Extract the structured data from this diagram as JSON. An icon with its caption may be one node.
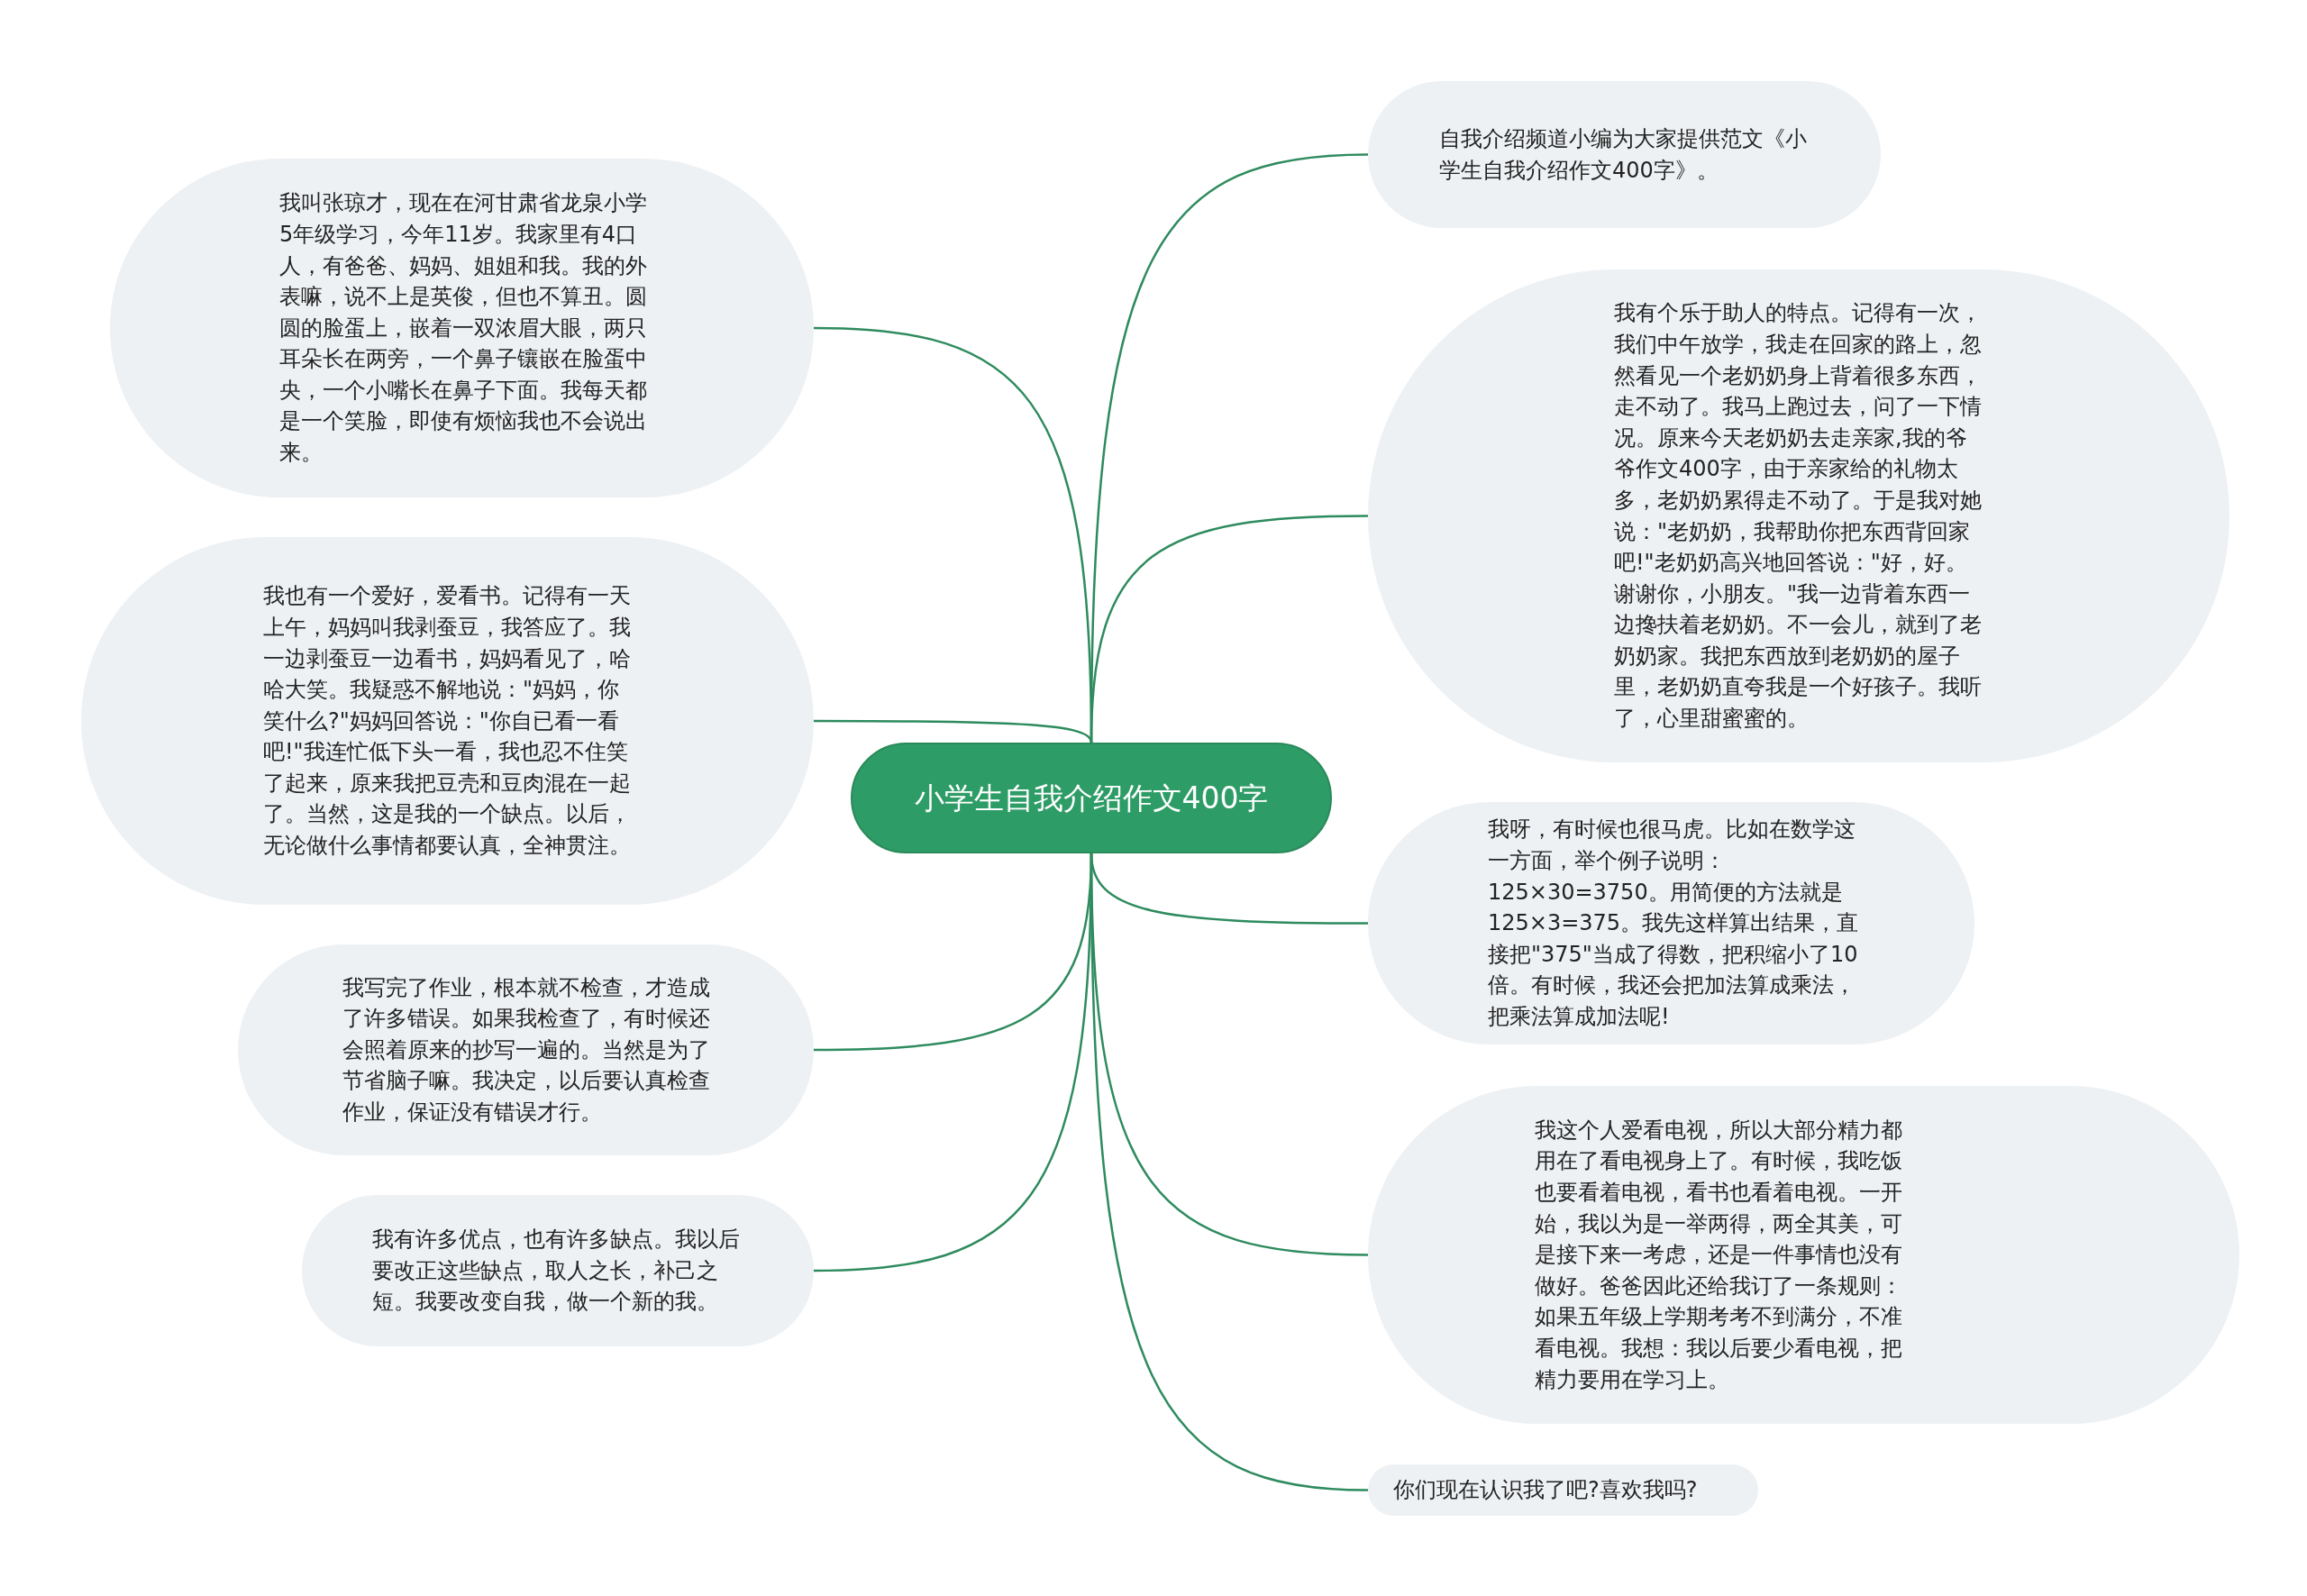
{
  "diagram": {
    "nodes": [
      {
        "text": [
          "小学生自我介绍作文400字"
        ]
      },
      {
        "text": [
          "自我介绍频道小编为大家提供范文《小学生自我介绍作文400字》。"
        ]
      },
      {
        "text": [
          "我有个乐于助人的特点。记得有一次，我们中午放学，我走在回家的路上，忽然看见一个老奶奶身上背着很多东西，走不动了。我马上跑过去，问了一下情况。原来今天老奶奶去走亲家,我的爷爷作文400字，由于亲家给的礼物太多，老奶奶累得走不动了。于是我对她说：\"老奶奶，我帮助你把东西背回家吧!\"老奶奶高兴地回答说：\"好，好。谢谢你，小朋友。\"我一边背着东西一边搀扶着老奶奶。不一会儿，就到了老奶奶家。我把东西放到老奶奶的屋子里，老奶奶直夸我是一个好孩子。我听了，心里甜蜜蜜的。"
        ]
      },
      {
        "text": [
          "我呀，有时候也很马虎。比如在数学这一方面，举个例子说明：125×30=3750。用简便的方法就是125×3=375。我先这样算出结果，直接把\"375\"当成了得数，把积缩小了10倍。有时候，我还会把加法算成乘法，把乘法算成加法呢!"
        ]
      },
      {
        "text": [
          "我这个人爱看电视，所以大部分精力都用在了看电视身上了。有时候，我吃饭也要看着电视，看书也看着电视。一开始，我以为是一举两得，两全其美，可是接下来一考虑，还是一件事情也没有做好。爸爸因此还给我订了一条规则：如果五年级上学期考考不到满分，不准看电视。我想：我以后要少看电视，把精力要用在学习上。"
        ]
      },
      {
        "text": [
          "你们现在认识我了吧?喜欢我吗?"
        ]
      },
      {
        "text": [
          "我叫张琼才，现在在河甘肃省龙泉小学5年级学习，今年11岁。我家里有4口人，有爸爸、妈妈、姐姐和我。我的外表嘛，说不上是英俊，但也不算丑。圆圆的脸蛋上，嵌着一双浓眉大眼，两只耳朵长在两旁，一个鼻子镶嵌在脸蛋中央，一个小嘴长在鼻子下面。我每天都是一个笑脸，即使有烦恼我也不会说出来。"
        ]
      },
      {
        "text": [
          "我也有一个爱好，爱看书。记得有一天上午，妈妈叫我剥蚕豆，我答应了。我一边剥蚕豆一边看书，妈妈看见了，哈哈大笑。我疑惑不解地说：\"妈妈，你笑什么?\"妈妈回答说：\"你自已看一看吧!\"我连忙低下头一看，我也忍不住笑了起来，原来我把豆壳和豆肉混在一起了。当然，这是我的一个缺点。以后，无论做什么事情都要认真，全神贯注。"
        ]
      },
      {
        "text": [
          "我写完了作业，根本就不检查，才造成了许多错误。如果我检查了，有时候还会照着原来的抄写一遍的。当然是为了节省脑子嘛。我决定，以后要认真检查作业，保证没有错误才行。"
        ]
      },
      {
        "text": [
          "我有许多优点，也有许多缺点。我以后要改正这些缺点，取人之长，补己之短。我要改变自我，做一个新的我。"
        ]
      }
    ],
    "edges": [
      {
        "from": 0,
        "to": 1,
        "arrow": "none"
      },
      {
        "from": 0,
        "to": 2,
        "arrow": "none"
      },
      {
        "from": 0,
        "to": 3,
        "arrow": "none"
      },
      {
        "from": 0,
        "to": 4,
        "arrow": "none"
      },
      {
        "from": 0,
        "to": 5,
        "arrow": "none"
      },
      {
        "from": 0,
        "to": 6,
        "arrow": "none"
      },
      {
        "from": 0,
        "to": 7,
        "arrow": "none"
      },
      {
        "from": 0,
        "to": 8,
        "arrow": "none"
      },
      {
        "from": 0,
        "to": 9,
        "arrow": "none"
      }
    ]
  }
}
